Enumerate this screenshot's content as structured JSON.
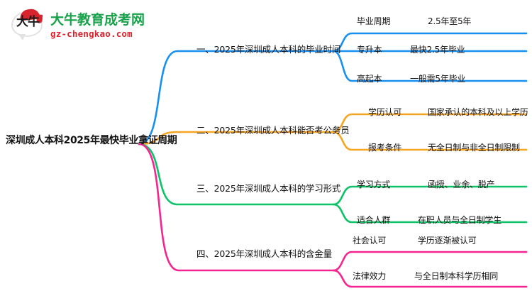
{
  "logo": {
    "mark_text": "大牛",
    "title": "大牛教育成考网",
    "url": "gz-chengkao.com"
  },
  "mindmap": {
    "root": "深圳成人本科2025年最快毕业拿证周期",
    "colors": {
      "blue": "#1890f0",
      "orange": "#f5a623",
      "green": "#0ec268",
      "pink": "#f5258f"
    },
    "branches": [
      {
        "label": "一、2025年深圳成人本科的毕业时间",
        "color": "#1890f0",
        "leaves": [
          {
            "key": "毕业周期",
            "value": "2.5年至5年"
          },
          {
            "key": "专升本",
            "value": "最快2.5年毕业"
          },
          {
            "key": "高起本",
            "value": "一般需5年毕业"
          }
        ]
      },
      {
        "label": "二、2025年深圳成人本科能否考公务员",
        "color": "#f5a623",
        "leaves": [
          {
            "key": "学历认可",
            "value": "国家承认的本科及以上学历"
          },
          {
            "key": "报考条件",
            "value": "无全日制与非全日制限制"
          }
        ]
      },
      {
        "label": "三、2025年深圳成人本科的学习形式",
        "color": "#0ec268",
        "leaves": [
          {
            "key": "学习方式",
            "value": "函授、业余、脱产"
          },
          {
            "key": "适合人群",
            "value": "在职人员与全日制学生"
          }
        ]
      },
      {
        "label": "四、2025年深圳成人本科的含金量",
        "color": "#f5258f",
        "leaves": [
          {
            "key": "社会认可",
            "value": "学历逐渐被认可"
          },
          {
            "key": "法律效力",
            "value": "与全日制本科学历相同"
          }
        ]
      }
    ]
  }
}
